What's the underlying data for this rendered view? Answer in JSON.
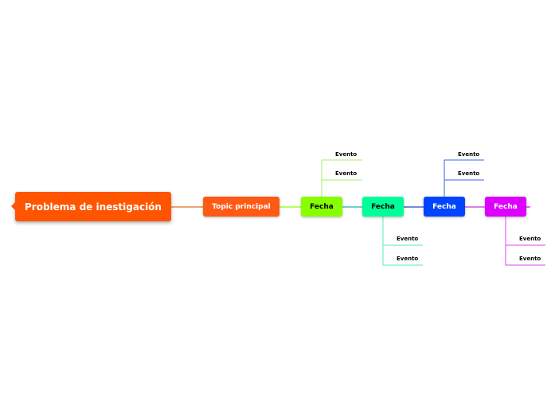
{
  "colors": {
    "root": "#ff5500",
    "main": "#ff5a14",
    "fecha1": "#88ff00",
    "fecha2": "#00ff99",
    "fecha3": "#0044ff",
    "fecha4": "#dd00ff"
  },
  "root": {
    "label": "Problema de inestigación"
  },
  "main": {
    "label": "Topic principal"
  },
  "fechas": [
    {
      "label": "Fecha",
      "events": [
        "Evento",
        "Evento"
      ]
    },
    {
      "label": "Fecha",
      "events": [
        "Evento",
        "Evento"
      ]
    },
    {
      "label": "Fecha",
      "events": [
        "Evento",
        "Evento"
      ]
    },
    {
      "label": "Fecha",
      "events": [
        "Evento",
        "Evento"
      ]
    }
  ]
}
